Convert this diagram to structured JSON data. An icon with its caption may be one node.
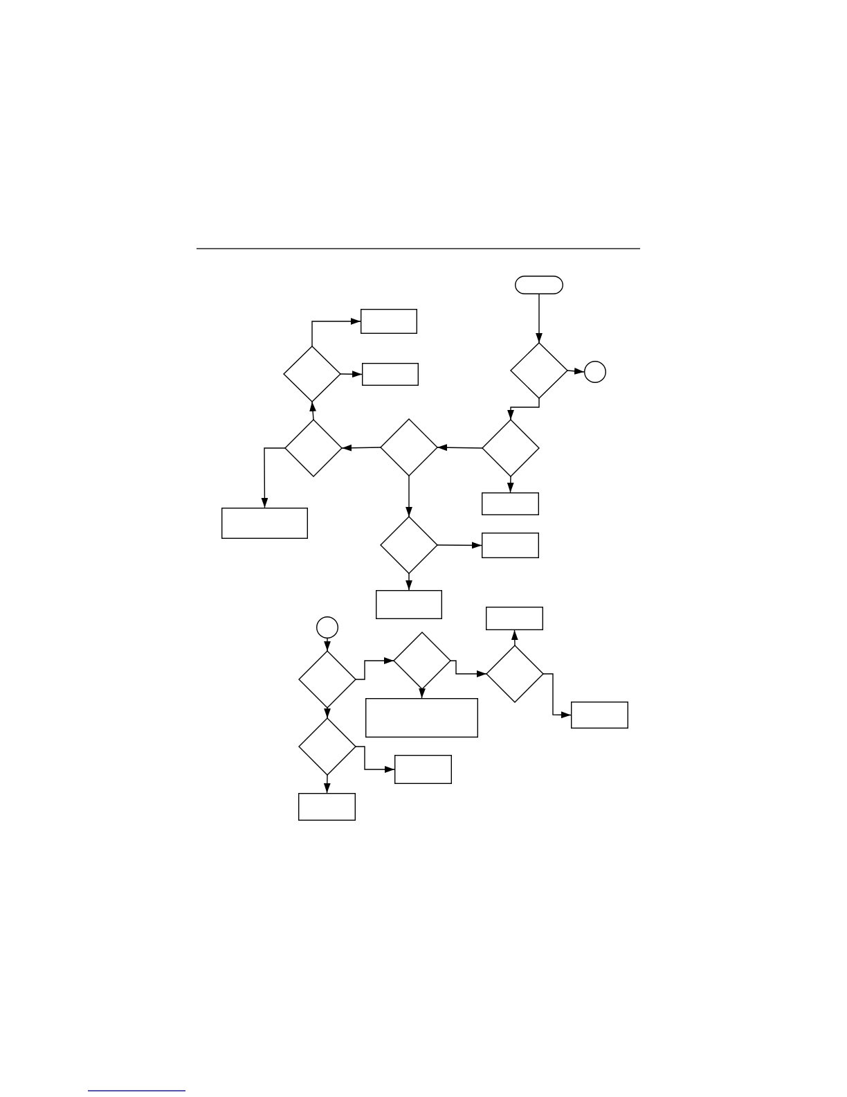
{
  "diagram": {
    "nodes": [
      {
        "text": [],
        "shape": "pill"
      },
      {
        "text": [],
        "shape": "box"
      },
      {
        "text": [],
        "shape": "box"
      },
      {
        "text": [],
        "shape": "diamond"
      },
      {
        "text": [],
        "shape": "diamond"
      },
      {
        "text": [],
        "shape": "circle"
      },
      {
        "text": [],
        "shape": "diamond"
      },
      {
        "text": [],
        "shape": "diamond"
      },
      {
        "text": [],
        "shape": "diamond"
      },
      {
        "text": [],
        "shape": "box"
      },
      {
        "text": [],
        "shape": "box"
      },
      {
        "text": [],
        "shape": "diamond"
      },
      {
        "text": [],
        "shape": "box"
      },
      {
        "text": [],
        "shape": "box"
      },
      {
        "text": [],
        "shape": "box"
      },
      {
        "text": [],
        "shape": "circle"
      },
      {
        "text": [],
        "shape": "diamond"
      },
      {
        "text": [],
        "shape": "diamond"
      },
      {
        "text": [],
        "shape": "diamond"
      },
      {
        "text": [],
        "shape": "box"
      },
      {
        "text": [],
        "shape": "box"
      },
      {
        "text": [],
        "shape": "diamond"
      },
      {
        "text": [],
        "shape": "box"
      },
      {
        "text": [],
        "shape": "box"
      }
    ],
    "edges": [
      {
        "from": 0,
        "to": 4,
        "arrow": "to"
      },
      {
        "from": 4,
        "to": 5,
        "arrow": "to"
      },
      {
        "from": 4,
        "to": 8,
        "arrow": "to"
      },
      {
        "from": 3,
        "to": 2,
        "arrow": "to"
      },
      {
        "from": 3,
        "to": 1,
        "arrow": "to"
      },
      {
        "from": 6,
        "to": 3,
        "arrow": "to"
      },
      {
        "from": 7,
        "to": 6,
        "arrow": "to"
      },
      {
        "from": 8,
        "to": 7,
        "arrow": "to"
      },
      {
        "from": 8,
        "to": 9,
        "arrow": "to"
      },
      {
        "from": 6,
        "to": 10,
        "arrow": "to"
      },
      {
        "from": 7,
        "to": 11,
        "arrow": "to"
      },
      {
        "from": 11,
        "to": 12,
        "arrow": "to"
      },
      {
        "from": 11,
        "to": 13,
        "arrow": "to"
      },
      {
        "from": 18,
        "to": 14,
        "arrow": "to"
      },
      {
        "from": 15,
        "to": 16,
        "arrow": "to"
      },
      {
        "from": 16,
        "to": 17,
        "arrow": "to"
      },
      {
        "from": 17,
        "to": 19,
        "arrow": "to"
      },
      {
        "from": 17,
        "to": 18,
        "arrow": "to"
      },
      {
        "from": 18,
        "to": 20,
        "arrow": "to"
      },
      {
        "from": 16,
        "to": 21,
        "arrow": "to"
      },
      {
        "from": 21,
        "to": 22,
        "arrow": "to"
      },
      {
        "from": 21,
        "to": 23,
        "arrow": "to"
      }
    ]
  }
}
